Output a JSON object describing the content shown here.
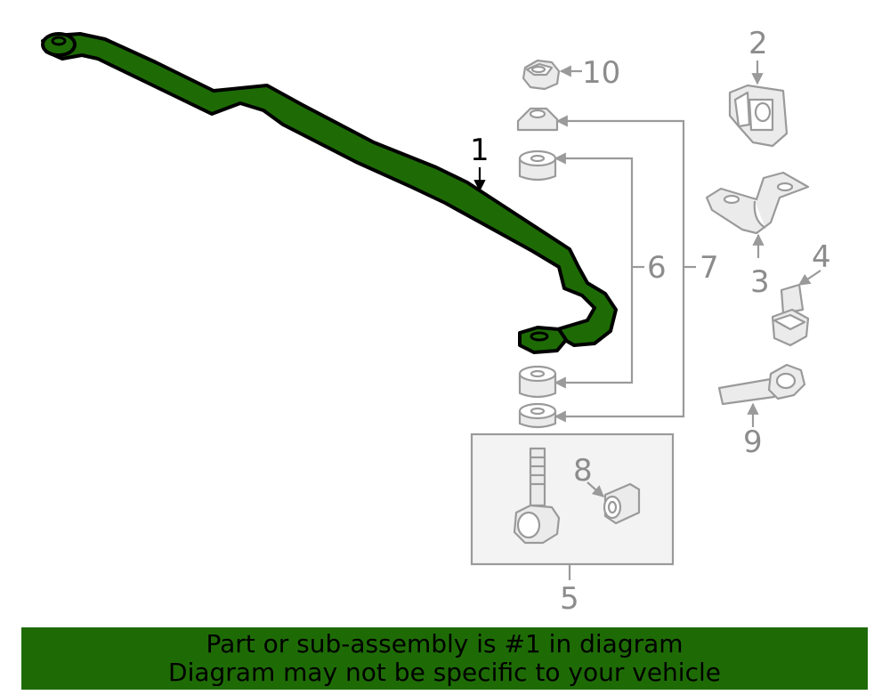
{
  "diagram": {
    "callouts": {
      "c1": "1",
      "c2": "2",
      "c3": "3",
      "c4": "4",
      "c5": "5",
      "c6": "6",
      "c7": "7",
      "c8": "8",
      "c9": "9",
      "c10": "10"
    },
    "highlight_part": "1",
    "colors": {
      "highlight_fill": "#1e6b06",
      "outline": "#000000",
      "parts_gray": "#9a9a9a",
      "banner_bg": "#1e6b06"
    }
  },
  "banner": {
    "line1": "Part or sub-assembly is #1 in diagram",
    "line2": "Diagram may not be specific to your vehicle"
  }
}
